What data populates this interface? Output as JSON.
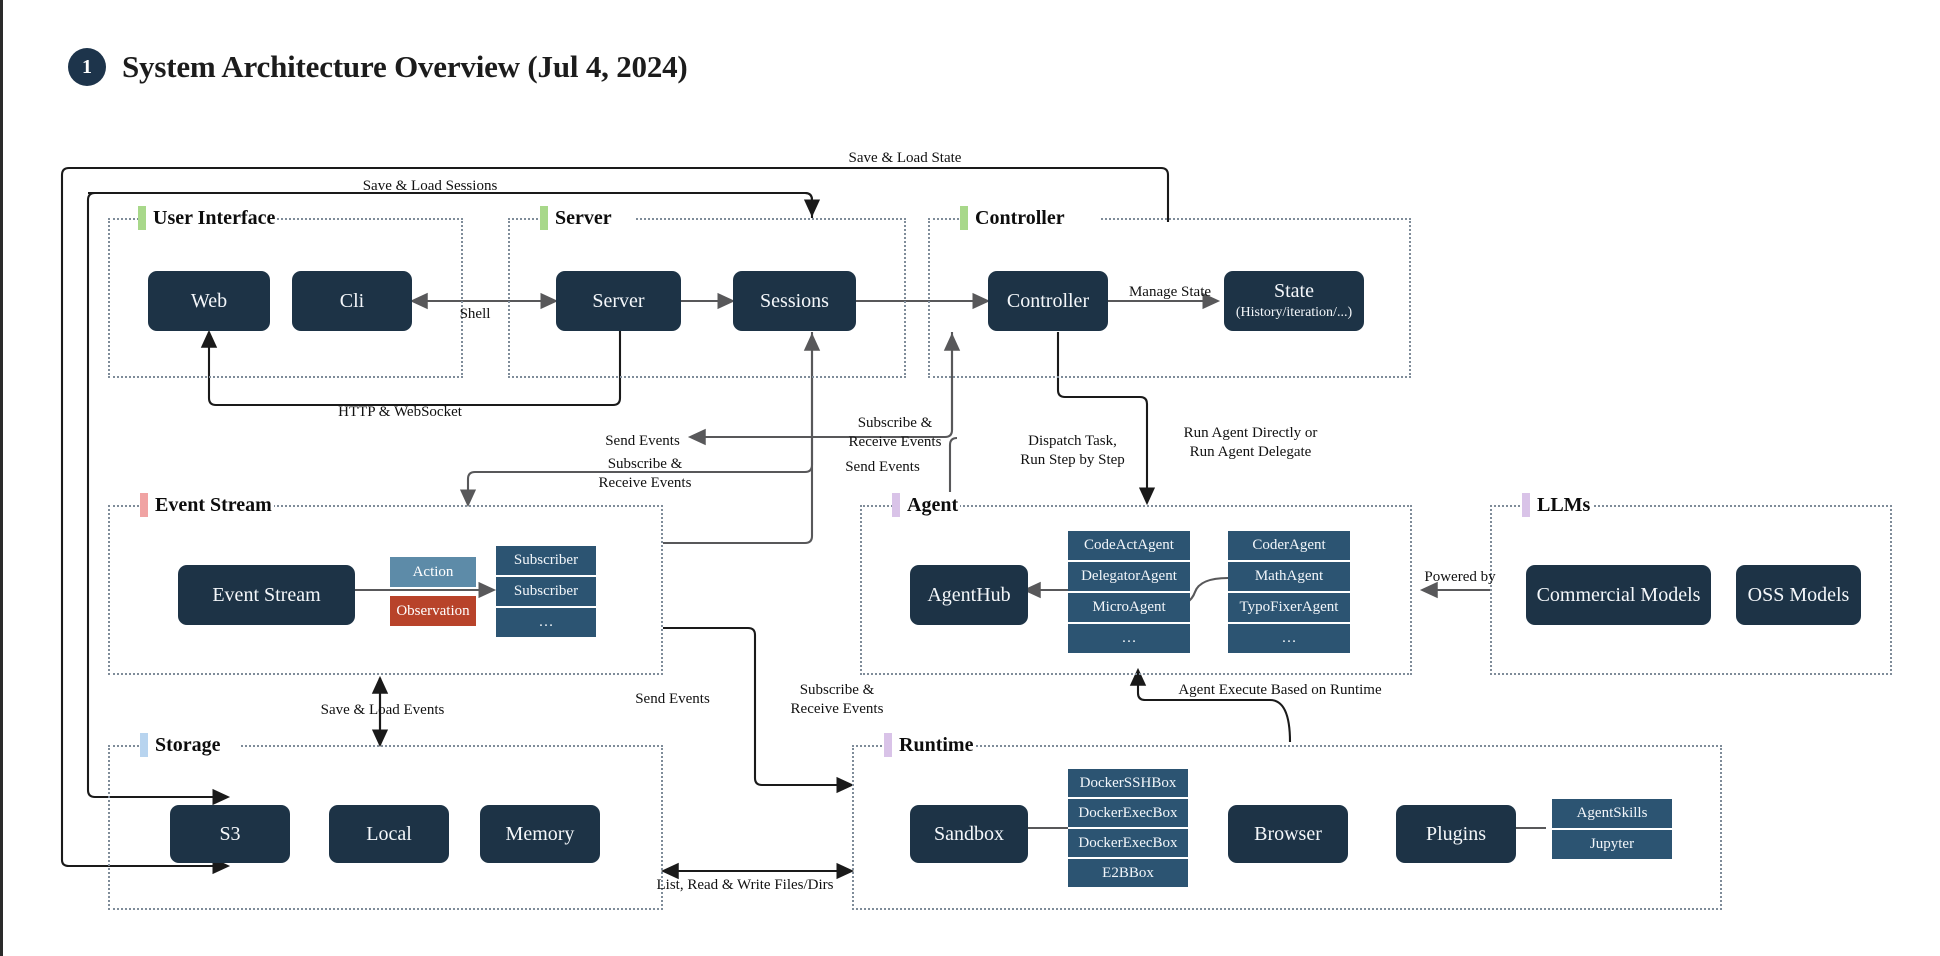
{
  "title": {
    "badge": "1",
    "text": "System Architecture Overview (Jul 4, 2024)"
  },
  "groups": [
    {
      "key": "user_interface",
      "label": "User Interface",
      "accent": "#a8d88a"
    },
    {
      "key": "server",
      "label": "Server",
      "accent": "#a8d88a"
    },
    {
      "key": "controller",
      "label": "Controller",
      "accent": "#a8d88a"
    },
    {
      "key": "event_stream",
      "label": "Event Stream",
      "accent": "#f0a3a3"
    },
    {
      "key": "agent",
      "label": "Agent",
      "accent": "#d9c3e8"
    },
    {
      "key": "llms",
      "label": "LLMs",
      "accent": "#d9c3e8"
    },
    {
      "key": "storage",
      "label": "Storage",
      "accent": "#b8d4ef"
    },
    {
      "key": "runtime",
      "label": "Runtime",
      "accent": "#d9c3e8"
    }
  ],
  "nodes": {
    "web": "Web",
    "cli": "Cli",
    "server": "Server",
    "sessions": "Sessions",
    "controller": "Controller",
    "state_title": "State",
    "state_sub": "(History/iteration/...)",
    "event_stream": "Event Stream",
    "agent_hub": "AgentHub",
    "commercial_models": "Commercial Models",
    "oss_models": "OSS Models",
    "s3": "S3",
    "local": "Local",
    "memory": "Memory",
    "sandbox": "Sandbox",
    "browser": "Browser",
    "plugins": "Plugins"
  },
  "tags": {
    "action": {
      "label": "Action",
      "color": "#5d8ba8"
    },
    "observation": {
      "label": "Observation",
      "color": "#b8432a"
    }
  },
  "stacks": {
    "subscribers": [
      "Subscriber",
      "Subscriber",
      "…"
    ],
    "agents_left": [
      "CodeActAgent",
      "DelegatorAgent",
      "MicroAgent",
      "…"
    ],
    "agents_right": [
      "CoderAgent",
      "MathAgent",
      "TypoFixerAgent",
      "…"
    ],
    "sandboxes": [
      "DockerSSHBox",
      "DockerExecBox",
      "DockerExecBox",
      "E2BBox"
    ],
    "plugin_items": [
      "AgentSkills",
      "Jupyter"
    ]
  },
  "edges": {
    "save_load_state": "Save & Load State",
    "save_load_sessions": "Save & Load Sessions",
    "shell": "Shell",
    "manage_state": "Manage State",
    "http_websocket": "HTTP & WebSocket",
    "send_events_1": "Send Events",
    "subscribe_receive_1": "Subscribe &\nReceive Events",
    "subscribe_receive_2": "Subscribe &\nReceive Events",
    "send_events_2": "Send Events",
    "dispatch_task": "Dispatch Task,\nRun Step by Step",
    "run_agent": "Run Agent Directly or\nRun Agent Delegate",
    "powered_by": "Powered by",
    "save_load_events": "Save & Load Events",
    "send_events_3": "Send Events",
    "subscribe_receive_3": "Subscribe &\nReceive Events",
    "agent_execute": "Agent Execute Based on Runtime",
    "list_read_write": "List, Read & Write Files/Dirs"
  },
  "colors": {
    "node_bg": "#1d3346",
    "stack_bg": "#2c5472",
    "group_border": "#7f8c99",
    "wire": "#58585a",
    "wire_dark": "#1a1a1a"
  }
}
